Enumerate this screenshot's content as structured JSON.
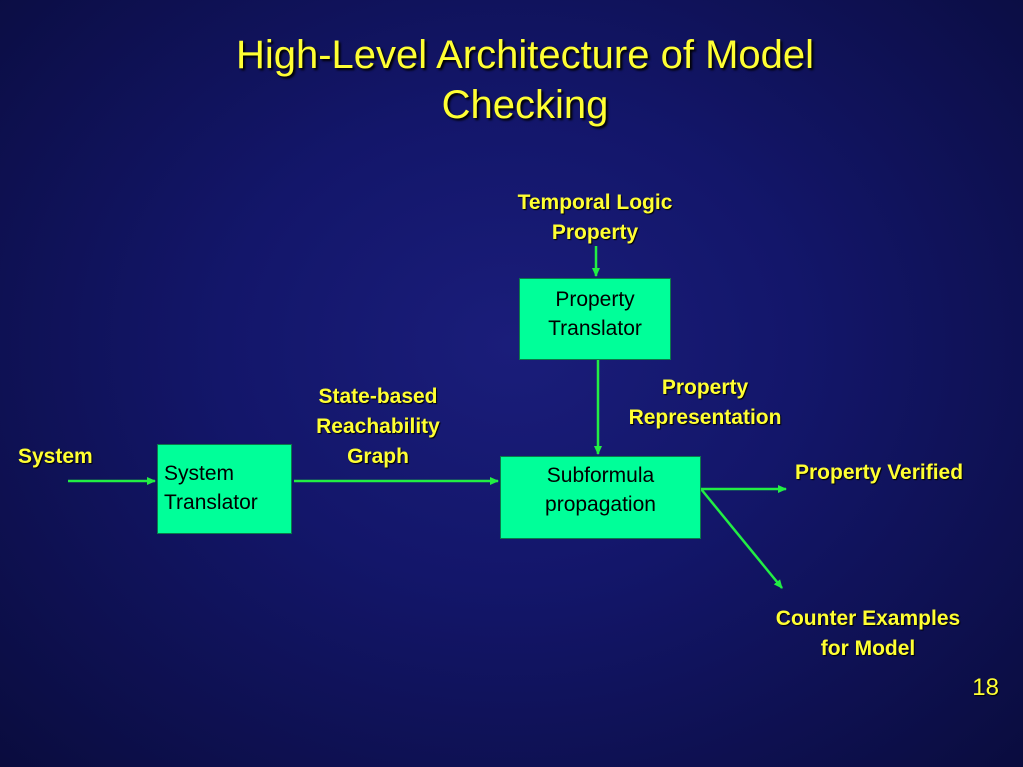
{
  "slide": {
    "title_line1": "High-Level Architecture of  Model",
    "title_line2": "Checking",
    "page_number": "18"
  },
  "inputs": {
    "temporal_logic_line1": "Temporal Logic",
    "temporal_logic_line2": "Property",
    "system": "System"
  },
  "boxes": {
    "property_translator_line1": "Property",
    "property_translator_line2": "Translator",
    "system_translator_line1": "System",
    "system_translator_line2": "Translator",
    "subformula_line1": "Subformula",
    "subformula_line2": "propagation"
  },
  "edge_labels": {
    "property_representation_line1": "Property",
    "property_representation_line2": "Representation",
    "state_graph_line1": "State-based",
    "state_graph_line2": "Reachability",
    "state_graph_line3": "Graph"
  },
  "outputs": {
    "property_verified": "Property Verified",
    "counter_examples_line1": "Counter Examples",
    "counter_examples_line2": "for Model"
  },
  "colors": {
    "text_accent": "#ffff33",
    "box_fill": "#00ff99",
    "arrow": "#22ee44",
    "background": "#13166a"
  }
}
